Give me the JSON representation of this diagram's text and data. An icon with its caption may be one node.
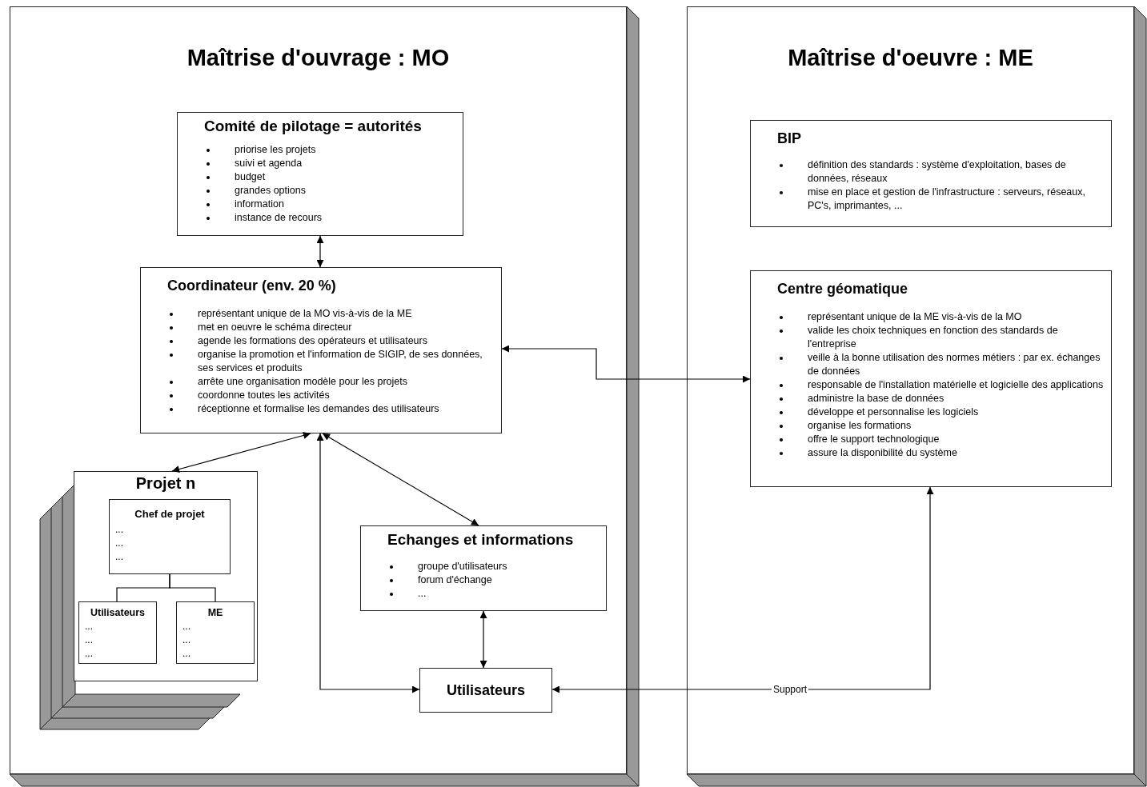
{
  "diagram": {
    "nodes": [
      {
        "text": [
          "Maîtrise d'ouvrage : MO"
        ]
      },
      {
        "text": [
          "Comité de pilotage = autorités",
          "priorise les projets",
          "suivi et agenda",
          "budget",
          "grandes options",
          "information",
          "instance de recours"
        ],
        "in": 0
      },
      {
        "text": [
          "Coordinateur (env. 20 %)",
          "représentant unique de la MO vis-à-vis de la ME",
          "met en oeuvre le schéma directeur",
          "agende les formations des opérateurs et utilisateurs",
          "organise la promotion et l'information de SIGIP, de ses données, ses services et produits",
          "arrête une organisation modèle pour les projets",
          "coordonne toutes les activités",
          "réceptionne et formalise les demandes des utilisateurs"
        ],
        "in": 0
      },
      {
        "text": [
          "Projet n"
        ],
        "in": 0
      },
      {
        "text": [
          "Chef de projet",
          "...",
          "...",
          "..."
        ],
        "in": 3
      },
      {
        "text": [
          "Utilisateurs",
          "...",
          "...",
          "..."
        ],
        "in": 3
      },
      {
        "text": [
          "ME",
          "...",
          "...",
          "..."
        ],
        "in": 3
      },
      {
        "text": [
          "Echanges et informations",
          "groupe d'utilisateurs",
          "forum d'échange",
          "..."
        ],
        "in": 0
      },
      {
        "text": [
          "Utilisateurs"
        ],
        "in": 0
      },
      {
        "text": [
          "Maîtrise d'oeuvre : ME"
        ]
      },
      {
        "text": [
          "BIP",
          "définition des standards : système d'exploitation, bases de données, réseaux",
          "mise en place et gestion de l'infrastructure : serveurs, réseaux, PC's, imprimantes, ..."
        ],
        "in": 9
      },
      {
        "text": [
          "Centre géomatique",
          "représentant unique de la ME vis-à-vis de la MO",
          "valide les choix techniques en fonction des standards de l'entreprise",
          "veille à la bonne utilisation des normes métiers : par ex. échanges de données",
          "responsable de l'installation matérielle et logicielle des applications",
          "administre la base de données",
          "développe et personnalise les logiciels",
          "organise les formations",
          "offre le support technologique",
          "assure la disponibilité du système"
        ],
        "in": 9
      }
    ],
    "edges": [
      {
        "from": 1,
        "to": 2,
        "arrow": "both"
      },
      {
        "from": 2,
        "to": 3,
        "arrow": "both"
      },
      {
        "from": 2,
        "to": 7,
        "arrow": "both"
      },
      {
        "from": 8,
        "to": 2,
        "arrow": "both"
      },
      {
        "from": 7,
        "to": 8,
        "arrow": "both"
      },
      {
        "from": 2,
        "to": 11,
        "arrow": "both"
      },
      {
        "from": 11,
        "to": 8,
        "arrow": "both",
        "label": "Support"
      },
      {
        "from": 4,
        "to": 5,
        "arrow": "none"
      },
      {
        "from": 4,
        "to": 6,
        "arrow": "none"
      }
    ]
  }
}
